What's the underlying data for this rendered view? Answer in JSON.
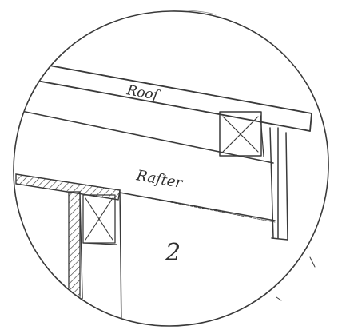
{
  "labels": {
    "roof": "Roof",
    "rafter": "Rafter",
    "detail_number": "2"
  },
  "colors": {
    "ink": "#3a3a3a",
    "paper": "#ffffff"
  }
}
